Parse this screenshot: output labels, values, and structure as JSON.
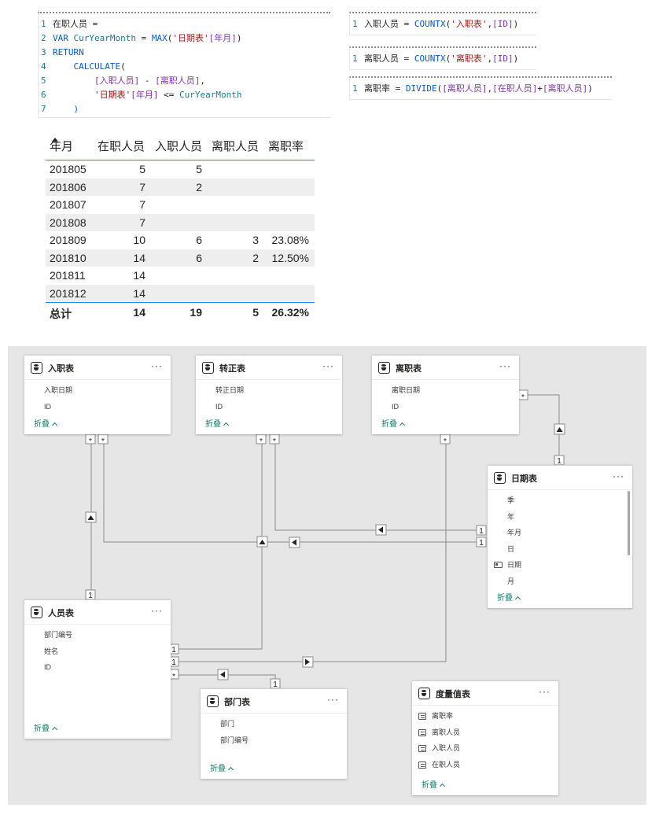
{
  "code_main": [
    {
      "n": "1",
      "parts": [
        {
          "c": "cn",
          "t": "在职人员 ="
        }
      ]
    },
    {
      "n": "2",
      "parts": [
        {
          "c": "kw",
          "t": "VAR "
        },
        {
          "c": "vr",
          "t": "CurYearMonth"
        },
        {
          "c": "op",
          "t": " = "
        },
        {
          "c": "kw",
          "t": "MAX"
        },
        {
          "c": "op",
          "t": "("
        },
        {
          "c": "tb",
          "t": "'日期表'"
        },
        {
          "c": "ms",
          "t": "[年月]"
        },
        {
          "c": "op",
          "t": ")"
        }
      ]
    },
    {
      "n": "3",
      "parts": [
        {
          "c": "kw",
          "t": "RETURN"
        }
      ]
    },
    {
      "n": "4",
      "parts": [
        {
          "c": "op",
          "t": "    "
        },
        {
          "c": "kw",
          "t": "CALCULATE"
        },
        {
          "c": "op",
          "t": "("
        }
      ]
    },
    {
      "n": "5",
      "parts": [
        {
          "c": "op",
          "t": "        "
        },
        {
          "c": "ms",
          "t": "[入职人员]"
        },
        {
          "c": "op",
          "t": " - "
        },
        {
          "c": "ms",
          "t": "[离职人员]"
        },
        {
          "c": "op",
          "t": ","
        }
      ]
    },
    {
      "n": "6",
      "parts": [
        {
          "c": "op",
          "t": "        "
        },
        {
          "c": "tb",
          "t": "'日期表'"
        },
        {
          "c": "ms",
          "t": "[年月]"
        },
        {
          "c": "op",
          "t": " <= "
        },
        {
          "c": "vr",
          "t": "CurYearMonth"
        }
      ]
    },
    {
      "n": "7",
      "parts": [
        {
          "c": "op",
          "t": "    "
        },
        {
          "c": "kw",
          "t": ")"
        }
      ]
    }
  ],
  "code_hire": [
    {
      "n": "1",
      "parts": [
        {
          "c": "cn",
          "t": "入职人员 = "
        },
        {
          "c": "kw",
          "t": "COUNTX"
        },
        {
          "c": "op",
          "t": "("
        },
        {
          "c": "tb",
          "t": "'入职表'"
        },
        {
          "c": "op",
          "t": ","
        },
        {
          "c": "ms",
          "t": "[ID]"
        },
        {
          "c": "op",
          "t": ")"
        }
      ]
    }
  ],
  "code_leave": [
    {
      "n": "1",
      "parts": [
        {
          "c": "cn",
          "t": "离职人员 = "
        },
        {
          "c": "kw",
          "t": "COUNTX"
        },
        {
          "c": "op",
          "t": "("
        },
        {
          "c": "tb",
          "t": "'离职表'"
        },
        {
          "c": "op",
          "t": ","
        },
        {
          "c": "ms",
          "t": "[ID]"
        },
        {
          "c": "op",
          "t": ")"
        }
      ]
    }
  ],
  "code_rate": [
    {
      "n": "1",
      "parts": [
        {
          "c": "cn",
          "t": "离职率 = "
        },
        {
          "c": "kw",
          "t": "DIVIDE"
        },
        {
          "c": "op",
          "t": "("
        },
        {
          "c": "ms",
          "t": "[离职人员]"
        },
        {
          "c": "op",
          "t": ","
        },
        {
          "c": "ms",
          "t": "[在职人员]"
        },
        {
          "c": "op",
          "t": "+"
        },
        {
          "c": "ms",
          "t": "[离职人员]"
        },
        {
          "c": "op",
          "t": ")"
        }
      ]
    }
  ],
  "matrix": {
    "headers": [
      "年月",
      "在职人员",
      "入职人员",
      "离职人员",
      "离职率"
    ],
    "rows": [
      [
        "201805",
        "5",
        "5",
        "",
        ""
      ],
      [
        "201806",
        "7",
        "2",
        "",
        ""
      ],
      [
        "201807",
        "7",
        "",
        "",
        ""
      ],
      [
        "201808",
        "7",
        "",
        "",
        ""
      ],
      [
        "201809",
        "10",
        "6",
        "3",
        "23.08%"
      ],
      [
        "201810",
        "14",
        "6",
        "2",
        "12.50%"
      ],
      [
        "201811",
        "14",
        "",
        "",
        ""
      ],
      [
        "201812",
        "14",
        "",
        "",
        ""
      ]
    ],
    "total": [
      "总计",
      "14",
      "19",
      "5",
      "26.32%"
    ]
  },
  "model": {
    "collapse_label": "折叠",
    "more_label": "···",
    "tables": {
      "hire": {
        "title": "入职表",
        "fields": [
          "入职日期",
          "ID"
        ]
      },
      "regular": {
        "title": "转正表",
        "fields": [
          "转正日期",
          "ID"
        ]
      },
      "leave": {
        "title": "离职表",
        "fields": [
          "离职日期",
          "ID"
        ]
      },
      "date": {
        "title": "日期表",
        "fields": [
          "季",
          "年",
          "年月",
          "日",
          "日期",
          "月"
        ]
      },
      "person": {
        "title": "人员表",
        "fields": [
          "部门编号",
          "姓名",
          "ID"
        ]
      },
      "dept": {
        "title": "部门表",
        "fields": [
          "部门",
          "部门编号"
        ]
      },
      "measure": {
        "title": "度量值表",
        "fields": [
          "离职率",
          "离职人员",
          "入职人员",
          "在职人员"
        ]
      }
    },
    "markers": {
      "one": "1",
      "many": "*"
    }
  }
}
